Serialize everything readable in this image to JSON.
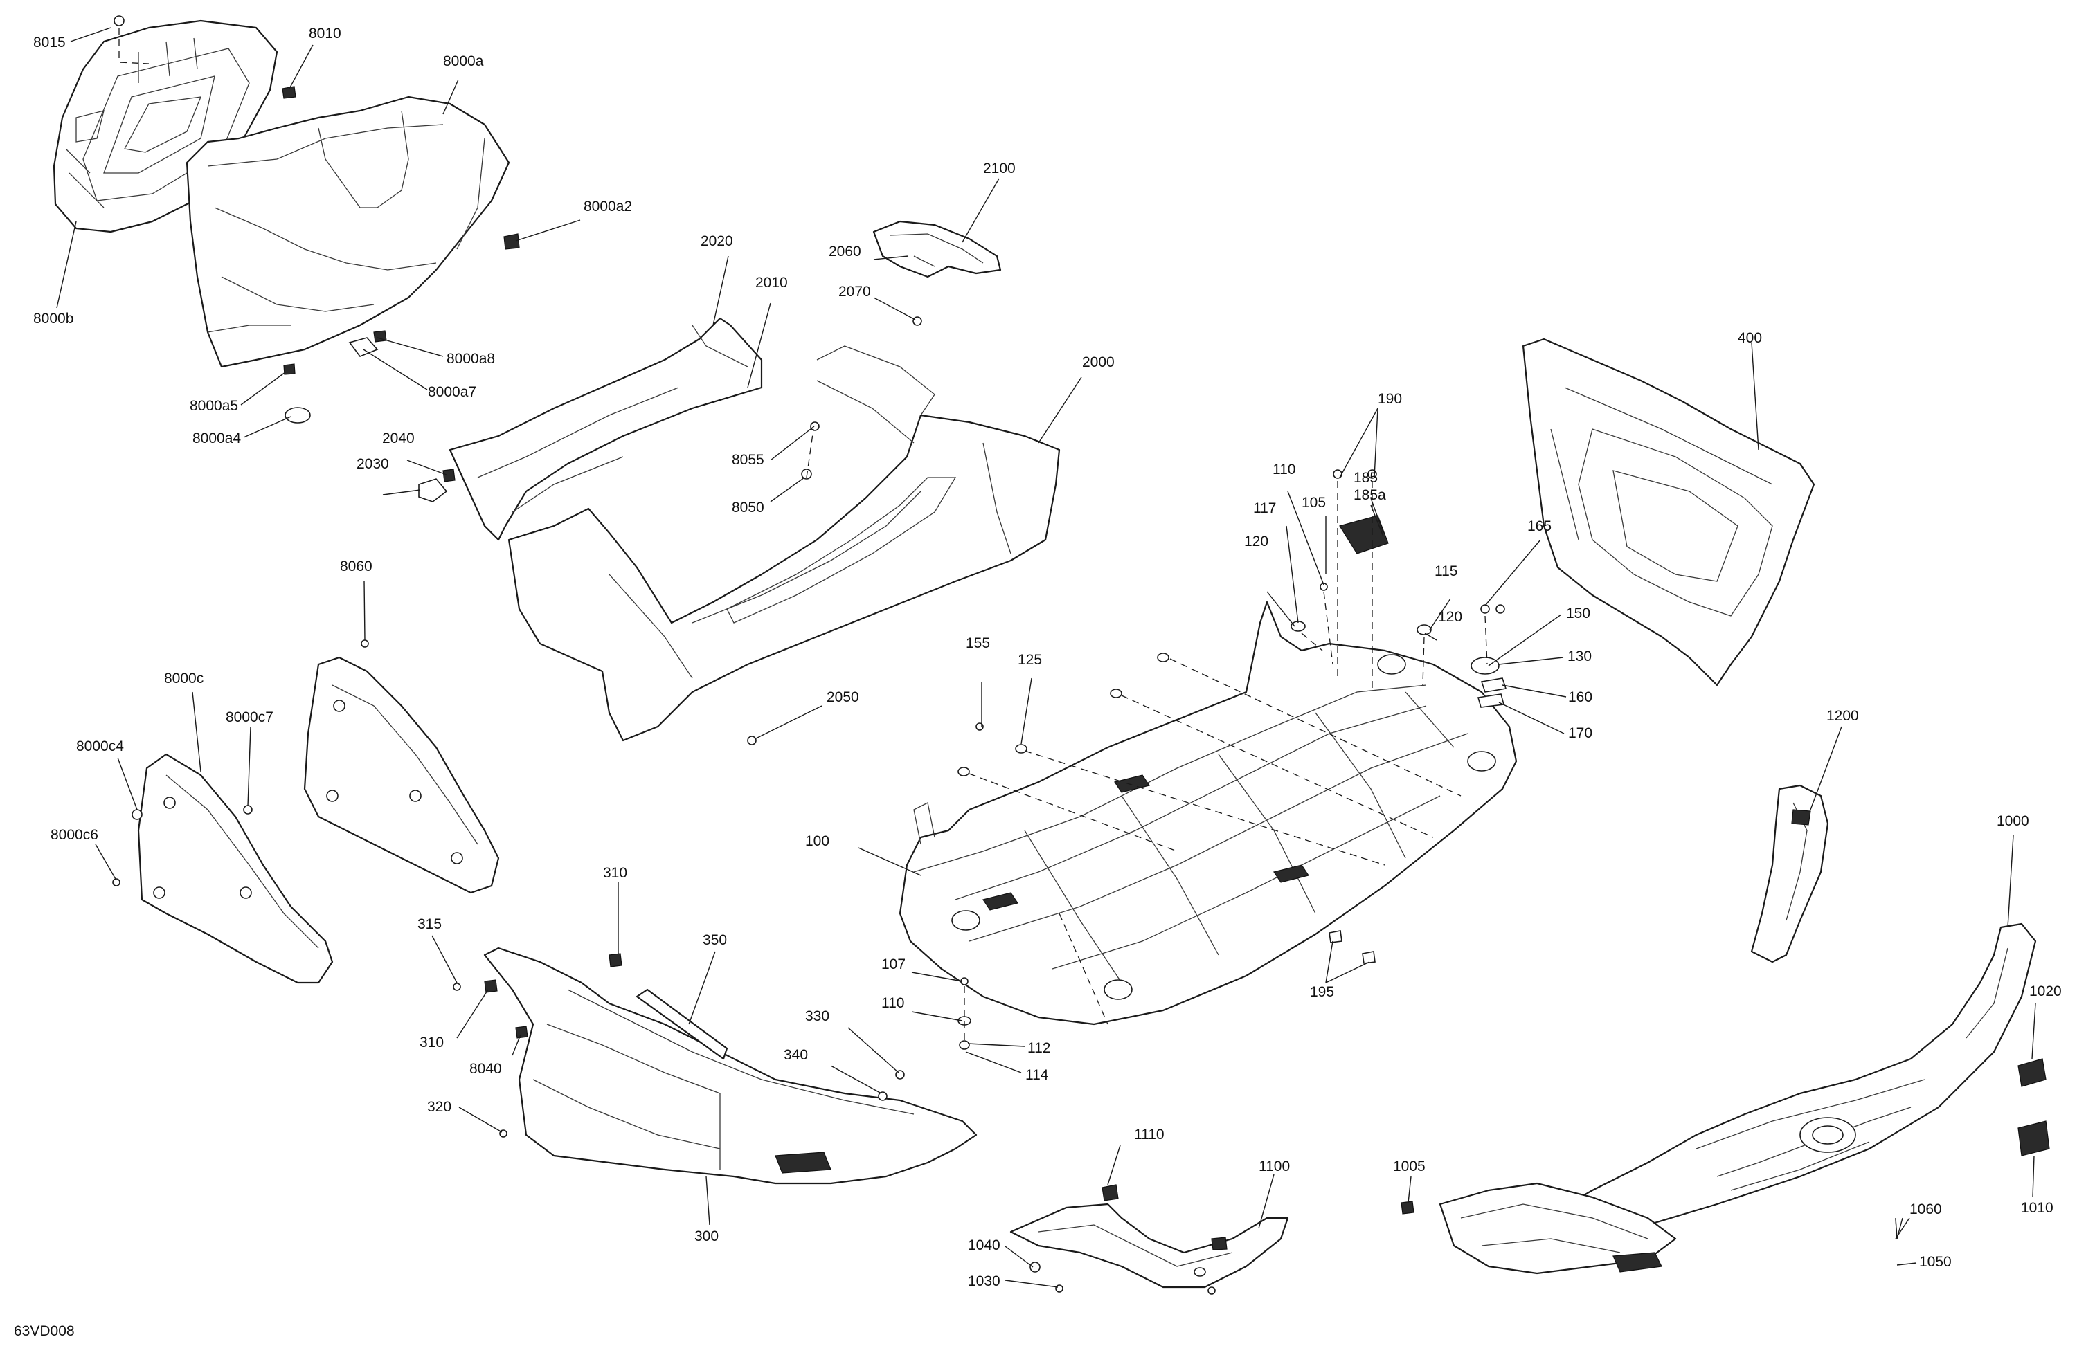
{
  "diagram": {
    "reference_code": "63VD008",
    "callouts": [
      {
        "id": "c8015",
        "label": "8015"
      },
      {
        "id": "c8010",
        "label": "8010"
      },
      {
        "id": "c8000a",
        "label": "8000a"
      },
      {
        "id": "c8000a2",
        "label": "8000a2"
      },
      {
        "id": "c8000b",
        "label": "8000b"
      },
      {
        "id": "c8000a8",
        "label": "8000a8"
      },
      {
        "id": "c8000a7",
        "label": "8000a7"
      },
      {
        "id": "c8000a5",
        "label": "8000a5"
      },
      {
        "id": "c8000a4",
        "label": "8000a4"
      },
      {
        "id": "c2100",
        "label": "2100"
      },
      {
        "id": "c2060",
        "label": "2060"
      },
      {
        "id": "c2020",
        "label": "2020"
      },
      {
        "id": "c2010",
        "label": "2010"
      },
      {
        "id": "c2070",
        "label": "2070"
      },
      {
        "id": "c2000",
        "label": "2000"
      },
      {
        "id": "c2040",
        "label": "2040"
      },
      {
        "id": "c2030",
        "label": "2030"
      },
      {
        "id": "c8055",
        "label": "8055"
      },
      {
        "id": "c8050",
        "label": "8050"
      },
      {
        "id": "c400",
        "label": "400"
      },
      {
        "id": "c190",
        "label": "190"
      },
      {
        "id": "c110a",
        "label": "110"
      },
      {
        "id": "c185",
        "label": "185"
      },
      {
        "id": "c185a",
        "label": "185a"
      },
      {
        "id": "c117",
        "label": "117"
      },
      {
        "id": "c105",
        "label": "105"
      },
      {
        "id": "c165",
        "label": "165"
      },
      {
        "id": "c120a",
        "label": "120"
      },
      {
        "id": "c115",
        "label": "115"
      },
      {
        "id": "c8060",
        "label": "8060"
      },
      {
        "id": "c120b",
        "label": "120"
      },
      {
        "id": "c150",
        "label": "150"
      },
      {
        "id": "c155",
        "label": "155"
      },
      {
        "id": "c125",
        "label": "125"
      },
      {
        "id": "c130",
        "label": "130"
      },
      {
        "id": "c160",
        "label": "160"
      },
      {
        "id": "c8000c",
        "label": "8000c"
      },
      {
        "id": "c2050",
        "label": "2050"
      },
      {
        "id": "c170",
        "label": "170"
      },
      {
        "id": "c8000c7",
        "label": "8000c7"
      },
      {
        "id": "c8000c4",
        "label": "8000c4"
      },
      {
        "id": "c1200",
        "label": "1200"
      },
      {
        "id": "c8000c6",
        "label": "8000c6"
      },
      {
        "id": "c100",
        "label": "100"
      },
      {
        "id": "c1000",
        "label": "1000"
      },
      {
        "id": "c310a",
        "label": "310"
      },
      {
        "id": "c315",
        "label": "315"
      },
      {
        "id": "c350",
        "label": "350"
      },
      {
        "id": "c195",
        "label": "195"
      },
      {
        "id": "c107",
        "label": "107"
      },
      {
        "id": "c1020",
        "label": "1020"
      },
      {
        "id": "c110b",
        "label": "110"
      },
      {
        "id": "c310b",
        "label": "310"
      },
      {
        "id": "c330",
        "label": "330"
      },
      {
        "id": "c112",
        "label": "112"
      },
      {
        "id": "c8040",
        "label": "8040"
      },
      {
        "id": "c340",
        "label": "340"
      },
      {
        "id": "c114",
        "label": "114"
      },
      {
        "id": "c320",
        "label": "320"
      },
      {
        "id": "c1110",
        "label": "1110"
      },
      {
        "id": "c1005",
        "label": "1005"
      },
      {
        "id": "c1100",
        "label": "1100"
      },
      {
        "id": "c300",
        "label": "300"
      },
      {
        "id": "c1010",
        "label": "1010"
      },
      {
        "id": "c1060",
        "label": "1060"
      },
      {
        "id": "c1040",
        "label": "1040"
      },
      {
        "id": "c1050",
        "label": "1050"
      },
      {
        "id": "c1030",
        "label": "1030"
      }
    ]
  }
}
